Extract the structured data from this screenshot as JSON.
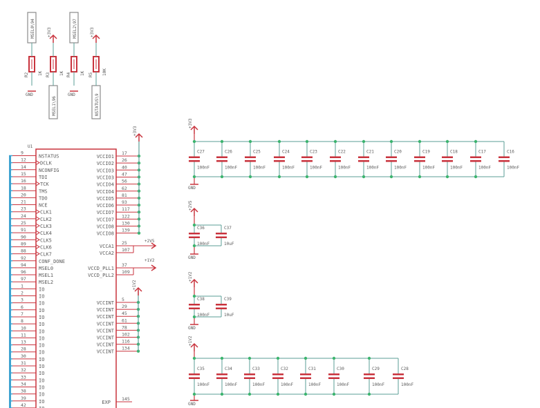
{
  "colors": {
    "part": "#c8323c",
    "net": "#5a9e96",
    "bus": "#3ea3d0",
    "junction": "#3cb46e",
    "label": "#5a5a5a",
    "portfill": "#ffffff"
  },
  "top_section": {
    "ports_top": [
      "MSEL0\\94",
      "MSEL2\\97"
    ],
    "ports_bottom": [
      "MSEL1\\96",
      "NSTATUS\\9"
    ],
    "resistors": [
      {
        "name": "R2",
        "value": "1K"
      },
      {
        "name": "R3",
        "value": "1K"
      },
      {
        "name": "R4",
        "value": "1K"
      },
      {
        "name": "R5",
        "value": "10K"
      }
    ],
    "rails": [
      "+3V3",
      "+3V3"
    ],
    "grounds": [
      "GND",
      "GND"
    ]
  },
  "fpga": {
    "refdes": "U1",
    "left_pins": [
      {
        "num": "9",
        "name": "NSTATUS",
        "clk": false
      },
      {
        "num": "12",
        "name": "DCLK",
        "clk": true
      },
      {
        "num": "14",
        "name": "NCONFIG",
        "clk": false
      },
      {
        "num": "15",
        "name": "TDI",
        "clk": false
      },
      {
        "num": "16",
        "name": "TCK",
        "clk": true
      },
      {
        "num": "18",
        "name": "TMS",
        "clk": false
      },
      {
        "num": "20",
        "name": "TDO",
        "clk": false
      },
      {
        "num": "21",
        "name": "NCE",
        "clk": false
      },
      {
        "num": "23",
        "name": "CLK1",
        "clk": true
      },
      {
        "num": "24",
        "name": "CLK2",
        "clk": true
      },
      {
        "num": "25",
        "name": "CLK3",
        "clk": true
      },
      {
        "num": "91",
        "name": "CLK4",
        "clk": true
      },
      {
        "num": "90",
        "name": "CLK5",
        "clk": true
      },
      {
        "num": "89",
        "name": "CLK6",
        "clk": true
      },
      {
        "num": "88",
        "name": "CLK7",
        "clk": true
      },
      {
        "num": "92",
        "name": "CONF_DONE",
        "clk": false
      },
      {
        "num": "94",
        "name": "MSEL0",
        "clk": false
      },
      {
        "num": "96",
        "name": "MSEL1",
        "clk": false
      },
      {
        "num": "97",
        "name": "MSEL2",
        "clk": false
      },
      {
        "num": "1",
        "name": "IO",
        "clk": false
      },
      {
        "num": "2",
        "name": "IO",
        "clk": false
      },
      {
        "num": "3",
        "name": "IO",
        "clk": false
      },
      {
        "num": "6",
        "name": "IO",
        "clk": false
      },
      {
        "num": "7",
        "name": "IO",
        "clk": false
      },
      {
        "num": "8",
        "name": "IO",
        "clk": false
      },
      {
        "num": "10",
        "name": "IO",
        "clk": false
      },
      {
        "num": "11",
        "name": "IO",
        "clk": false
      },
      {
        "num": "13",
        "name": "IO",
        "clk": false
      },
      {
        "num": "28",
        "name": "IO",
        "clk": false
      },
      {
        "num": "30",
        "name": "IO",
        "clk": false
      },
      {
        "num": "31",
        "name": "IO",
        "clk": false
      },
      {
        "num": "32",
        "name": "IO",
        "clk": false
      },
      {
        "num": "33",
        "name": "IO",
        "clk": false
      },
      {
        "num": "34",
        "name": "IO",
        "clk": false
      },
      {
        "num": "38",
        "name": "IO",
        "clk": false
      },
      {
        "num": "39",
        "name": "IO",
        "clk": false
      },
      {
        "num": "42",
        "name": "IO",
        "clk": false
      }
    ],
    "vccio_pins": [
      {
        "num": "17",
        "name": "VCCIO1"
      },
      {
        "num": "26",
        "name": "VCCIO2"
      },
      {
        "num": "40",
        "name": "VCCIO3"
      },
      {
        "num": "47",
        "name": "VCCIO3"
      },
      {
        "num": "56",
        "name": "VCCIO4"
      },
      {
        "num": "62",
        "name": "VCCIO4"
      },
      {
        "num": "81",
        "name": "VCCIO5"
      },
      {
        "num": "93",
        "name": "VCCIO6"
      },
      {
        "num": "117",
        "name": "VCCIO7"
      },
      {
        "num": "122",
        "name": "VCCIO7"
      },
      {
        "num": "130",
        "name": "VCCIO8"
      },
      {
        "num": "139",
        "name": "VCCIO8"
      }
    ],
    "vcca_pins": [
      {
        "num": "25",
        "name": "VCCA1"
      },
      {
        "num": "107",
        "name": "VCCA2"
      }
    ],
    "pll_pins": [
      {
        "num": "37",
        "name": "VCCD_PLL1"
      },
      {
        "num": "109",
        "name": "VCCD_PLL2"
      }
    ],
    "vccint_pins": [
      {
        "num": "5",
        "name": "VCCINT"
      },
      {
        "num": "29",
        "name": "VCCINT"
      },
      {
        "num": "45",
        "name": "VCCINT"
      },
      {
        "num": "61",
        "name": "VCCINT"
      },
      {
        "num": "78",
        "name": "VCCINT"
      },
      {
        "num": "102",
        "name": "VCCINT"
      },
      {
        "num": "116",
        "name": "VCCINT"
      },
      {
        "num": "134",
        "name": "VCCINT"
      }
    ],
    "exp_pin": {
      "num": "145",
      "name": "EXP"
    },
    "rails": {
      "vccio": "+3V3",
      "vcca": "+2V5",
      "pll": "+1V2",
      "vccint": "+1V2"
    }
  },
  "decoupling": [
    {
      "rail": "+3V3",
      "ground": "GND",
      "caps": [
        {
          "name": "C27",
          "value": "100nF"
        },
        {
          "name": "C26",
          "value": "100nF"
        },
        {
          "name": "C25",
          "value": "100nF"
        },
        {
          "name": "C24",
          "value": "100nF"
        },
        {
          "name": "C23",
          "value": "100nF"
        },
        {
          "name": "C22",
          "value": "100nF"
        },
        {
          "name": "C21",
          "value": "100nF"
        },
        {
          "name": "C20",
          "value": "100nF"
        },
        {
          "name": "C19",
          "value": "100nF"
        },
        {
          "name": "C18",
          "value": "100nF"
        },
        {
          "name": "C17",
          "value": "100nF"
        },
        {
          "name": "C16",
          "value": "100nF"
        }
      ]
    },
    {
      "rail": "+2V5",
      "ground": "GND",
      "caps": [
        {
          "name": "C36",
          "value": "100nF"
        },
        {
          "name": "C37",
          "value": "10uF"
        }
      ]
    },
    {
      "rail": "+1V2",
      "ground": "GND",
      "caps": [
        {
          "name": "C38",
          "value": "100nF"
        },
        {
          "name": "C39",
          "value": "10uF"
        }
      ]
    },
    {
      "rail": "+1V2",
      "ground": "GND",
      "caps": [
        {
          "name": "C35",
          "value": "100nF"
        },
        {
          "name": "C34",
          "value": "100nF"
        },
        {
          "name": "C33",
          "value": "100nF"
        },
        {
          "name": "C32",
          "value": "100nF"
        },
        {
          "name": "C31",
          "value": "100nF"
        },
        {
          "name": "C30",
          "value": "100nF"
        },
        {
          "name": "C29",
          "value": "100nF"
        },
        {
          "name": "C28",
          "value": "100nF"
        }
      ]
    }
  ]
}
